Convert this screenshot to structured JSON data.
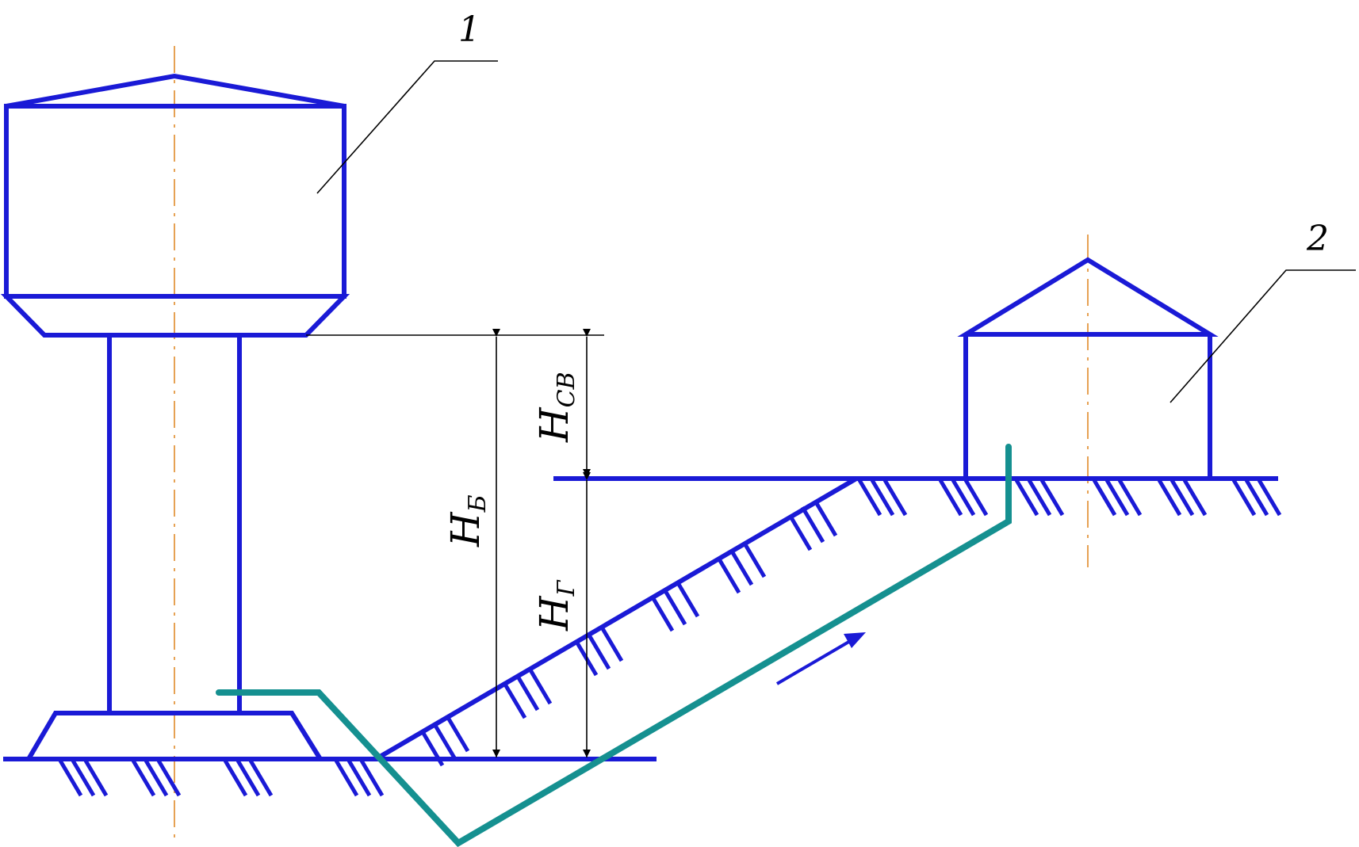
{
  "labels": {
    "tower": "1",
    "building": "2",
    "h_b": "H",
    "h_b_sub": "Б",
    "h_sv": "H",
    "h_sv_sub": "СВ",
    "h_g": "H",
    "h_g_sub": "Г"
  },
  "colors": {
    "structure": "#1a1ad6",
    "pipe": "#159090",
    "axis": "#e08a2a",
    "dimension": "#000000"
  }
}
